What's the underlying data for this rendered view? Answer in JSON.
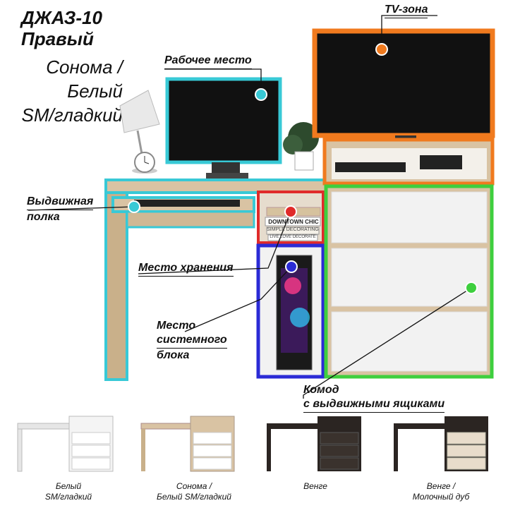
{
  "title": {
    "model": "ДЖАЗ-10",
    "side": "Правый"
  },
  "colorway": {
    "lines": [
      "Сонома /",
      "Белый",
      "SM/гладкий"
    ]
  },
  "zones": {
    "tv": "TV-зона",
    "workplace": "Рабочее место",
    "shelf_line1": "Выдвижная",
    "shelf_line2": "полка",
    "storage": "Место хранения",
    "pc_line1": "Место",
    "pc_line2": "системного",
    "pc_line3": "блока",
    "dresser_line1": "Комод",
    "dresser_line2": "с  выдвижными ящиками"
  },
  "books": {
    "top": "DOWNTOWN CHIC",
    "mid": "SIMPLE DECORATING",
    "low": "LIVE LOVE DECORATE"
  },
  "colors": {
    "tv": "#f07a1e",
    "workplace": "#38c9d6",
    "storage": "#e02a2a",
    "pc": "#2b2bd6",
    "dresser": "#3ecf3e",
    "wood": "#d9c3a3",
    "white_panel": "#f2f2f2"
  },
  "variants": [
    {
      "line1": "Белый",
      "line2": "SM/гладкий"
    },
    {
      "line1": "Сонома /",
      "line2": "Белый SM/гладкий"
    },
    {
      "line1": "Венге",
      "line2": ""
    },
    {
      "line1": "Венге /",
      "line2": "Молочный дуб"
    }
  ]
}
